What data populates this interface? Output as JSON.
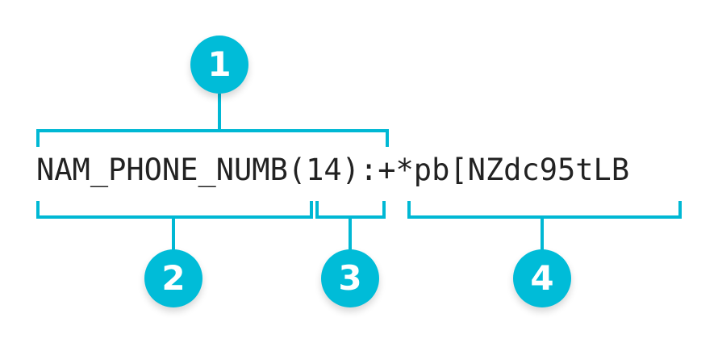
{
  "page": {
    "background_color": "#ffffff",
    "accent_color": "#00b8d4",
    "badge_color": "#00bcd8",
    "text_color": "#222222"
  },
  "annotated_string": {
    "full_text": "NAM_PHONE_NUMB(14):+*pb[NZdc95tLB",
    "segments": {
      "whole": "NAM_PHONE_NUMB(14)",
      "field_name": "NAM_PHONE_NUMB",
      "length": "(14)",
      "value": ":+*pb[NZdc95tLB"
    }
  },
  "callouts": [
    {
      "number": "1",
      "target": "NAM_PHONE_NUMB(14)",
      "position": "above"
    },
    {
      "number": "2",
      "target": "NAM_PHONE_NUMB",
      "position": "below"
    },
    {
      "number": "3",
      "target": "(14)",
      "position": "below"
    },
    {
      "number": "4",
      "target": ":+*pb[NZdc95tLB",
      "position": "below"
    }
  ]
}
